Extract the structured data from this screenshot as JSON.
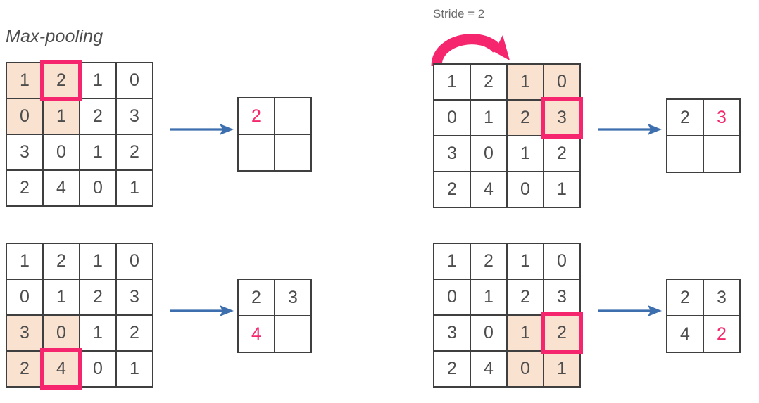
{
  "meta": {
    "title": "Max-pooling",
    "stride_label": "Stride = 2",
    "colors": {
      "highlight_fill": "#fae2d1",
      "selection_stroke": "#f5256e",
      "arrow_blue": "#3d6fae",
      "grid_line": "#3f3f3f",
      "text_gray": "#4d4d4d",
      "text_pink": "#f5256e"
    }
  },
  "input_matrix": {
    "rows": 4,
    "cols": 4,
    "values": [
      [
        "1",
        "2",
        "1",
        "0"
      ],
      [
        "0",
        "1",
        "2",
        "3"
      ],
      [
        "3",
        "0",
        "1",
        "2"
      ],
      [
        "2",
        "4",
        "0",
        "1"
      ]
    ]
  },
  "steps": [
    {
      "id": "step-1",
      "window_label": "top-left",
      "window_cells": [
        [
          0,
          0
        ],
        [
          0,
          1
        ],
        [
          1,
          0
        ],
        [
          1,
          1
        ]
      ],
      "selected_cell": [
        0,
        1
      ],
      "selected_value": "2",
      "input": [
        [
          "1",
          "2",
          "1",
          "0"
        ],
        [
          "0",
          "1",
          "2",
          "3"
        ],
        [
          "3",
          "0",
          "1",
          "2"
        ],
        [
          "2",
          "4",
          "0",
          "1"
        ]
      ],
      "input_highlight": [
        [
          true,
          true,
          false,
          false
        ],
        [
          true,
          true,
          false,
          false
        ],
        [
          false,
          false,
          false,
          false
        ],
        [
          false,
          false,
          false,
          false
        ]
      ],
      "output": [
        [
          "2",
          ""
        ],
        [
          "",
          ""
        ]
      ],
      "output_new": [
        [
          true,
          false
        ],
        [
          false,
          false
        ]
      ]
    },
    {
      "id": "step-2",
      "window_label": "top-right",
      "window_cells": [
        [
          0,
          2
        ],
        [
          0,
          3
        ],
        [
          1,
          2
        ],
        [
          1,
          3
        ]
      ],
      "selected_cell": [
        1,
        3
      ],
      "selected_value": "3",
      "input": [
        [
          "1",
          "2",
          "1",
          "0"
        ],
        [
          "0",
          "1",
          "2",
          "3"
        ],
        [
          "3",
          "0",
          "1",
          "2"
        ],
        [
          "2",
          "4",
          "0",
          "1"
        ]
      ],
      "input_highlight": [
        [
          false,
          false,
          true,
          true
        ],
        [
          false,
          false,
          true,
          true
        ],
        [
          false,
          false,
          false,
          false
        ],
        [
          false,
          false,
          false,
          false
        ]
      ],
      "output": [
        [
          "2",
          "3"
        ],
        [
          "",
          ""
        ]
      ],
      "output_new": [
        [
          false,
          true
        ],
        [
          false,
          false
        ]
      ]
    },
    {
      "id": "step-3",
      "window_label": "bottom-left",
      "window_cells": [
        [
          2,
          0
        ],
        [
          2,
          1
        ],
        [
          3,
          0
        ],
        [
          3,
          1
        ]
      ],
      "selected_cell": [
        3,
        1
      ],
      "selected_value": "4",
      "input": [
        [
          "1",
          "2",
          "1",
          "0"
        ],
        [
          "0",
          "1",
          "2",
          "3"
        ],
        [
          "3",
          "0",
          "1",
          "2"
        ],
        [
          "2",
          "4",
          "0",
          "1"
        ]
      ],
      "input_highlight": [
        [
          false,
          false,
          false,
          false
        ],
        [
          false,
          false,
          false,
          false
        ],
        [
          true,
          true,
          false,
          false
        ],
        [
          true,
          true,
          false,
          false
        ]
      ],
      "output": [
        [
          "2",
          "3"
        ],
        [
          "4",
          ""
        ]
      ],
      "output_new": [
        [
          false,
          false
        ],
        [
          true,
          false
        ]
      ]
    },
    {
      "id": "step-4",
      "window_label": "bottom-right",
      "window_cells": [
        [
          2,
          2
        ],
        [
          2,
          3
        ],
        [
          3,
          2
        ],
        [
          3,
          3
        ]
      ],
      "selected_cell": [
        2,
        3
      ],
      "selected_value": "2",
      "input": [
        [
          "1",
          "2",
          "1",
          "0"
        ],
        [
          "0",
          "1",
          "2",
          "3"
        ],
        [
          "3",
          "0",
          "1",
          "2"
        ],
        [
          "2",
          "4",
          "0",
          "1"
        ]
      ],
      "input_highlight": [
        [
          false,
          false,
          false,
          false
        ],
        [
          false,
          false,
          false,
          false
        ],
        [
          false,
          false,
          true,
          true
        ],
        [
          false,
          false,
          true,
          true
        ]
      ],
      "output": [
        [
          "2",
          "3"
        ],
        [
          "4",
          "2"
        ]
      ],
      "output_new": [
        [
          false,
          false
        ],
        [
          false,
          true
        ]
      ]
    }
  ]
}
